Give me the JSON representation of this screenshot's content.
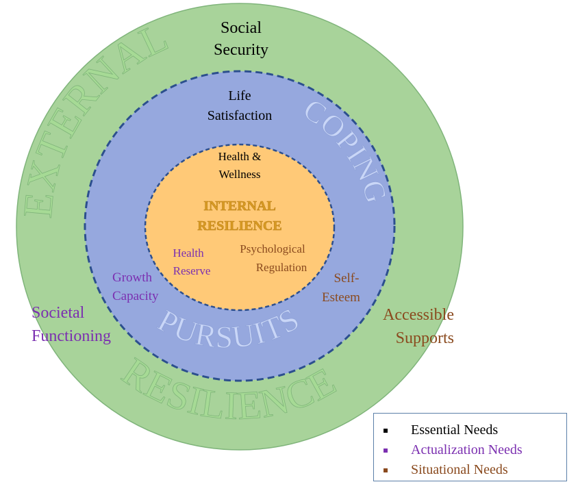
{
  "colors": {
    "outer_ring": "#a8d39a",
    "middle_ring": "#96a8de",
    "inner_circle": "#ffc977",
    "dashed_border": "#2c4f8e",
    "essential": "#000000",
    "actualization": "#7b2fb0",
    "situational": "#8a4a1e",
    "external_text": "#a6da95",
    "coping_text": "#c9d6f7",
    "internal_text": "#d89a23"
  },
  "rings": {
    "outer": {
      "arc_top": "EXTERNAL",
      "arc_bottom": "RESILIENCE",
      "labels": {
        "social_security": [
          "Social",
          "Security"
        ],
        "societal_functioning": [
          "Societal",
          "Functioning"
        ],
        "accessible_supports": [
          "Accessible",
          "Supports"
        ]
      }
    },
    "middle": {
      "arc_top": "COPING",
      "arc_bottom": "PURSUITS",
      "labels": {
        "life_satisfaction": [
          "Life",
          "Satisfaction"
        ],
        "growth_capacity": [
          "Growth",
          "Capacity"
        ],
        "self_esteem": [
          "Self-",
          "Esteem"
        ]
      }
    },
    "inner": {
      "title": [
        "INTERNAL",
        "RESILIENCE"
      ],
      "labels": {
        "health_wellness": [
          "Health &",
          "Wellness"
        ],
        "health_reserve": [
          "Health",
          "Reserve"
        ],
        "psychological_regulation": [
          "Psychological",
          "Regulation"
        ]
      }
    }
  },
  "legend": {
    "items": [
      {
        "label": "Essential Needs",
        "color": "#000000",
        "icon": "square-bullet"
      },
      {
        "label": "Actualization Needs",
        "color": "#7b2fb0",
        "icon": "square-bullet"
      },
      {
        "label": "Situational Needs",
        "color": "#8a4a1e",
        "icon": "square-bullet"
      }
    ]
  }
}
